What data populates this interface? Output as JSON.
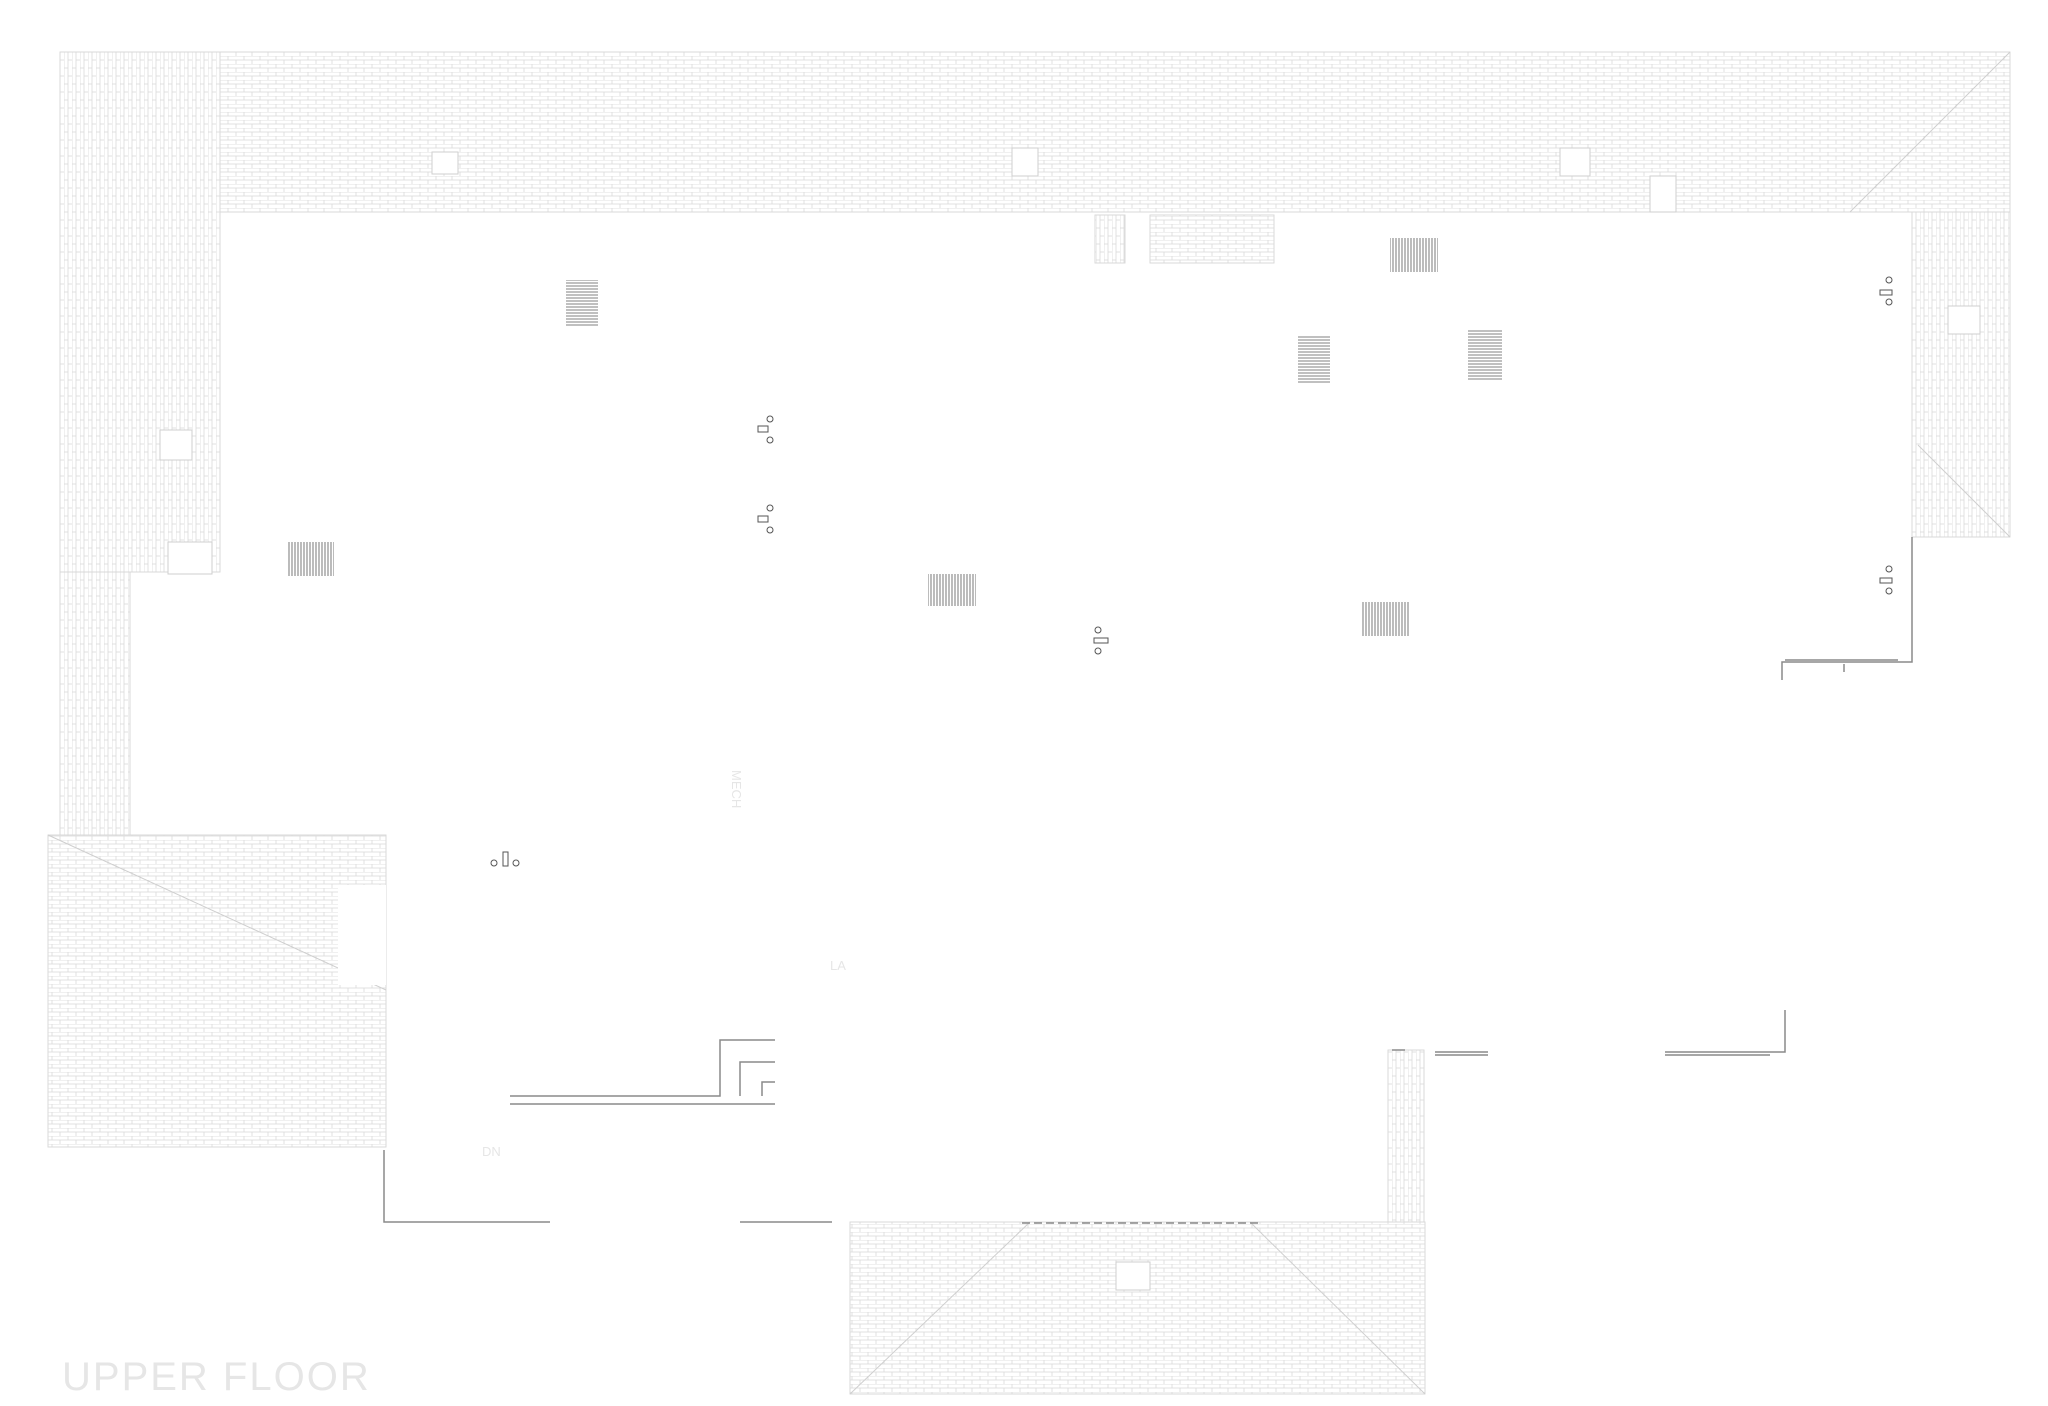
{
  "drawing": {
    "title": "UPPER FLOOR",
    "room_labels": {
      "mech": "MECH",
      "la": "LA",
      "dn": "DN"
    }
  },
  "colors": {
    "background": "#ffffff",
    "roof_tile_stroke": "#d9d9d9",
    "roof_tile_fill": "#ffffff",
    "wall": "#8a8a8a",
    "detail": "#555555",
    "label": "#e6e6e6"
  },
  "icons": [
    "roof-tile-pattern",
    "skylight-vent",
    "light-fixture"
  ]
}
